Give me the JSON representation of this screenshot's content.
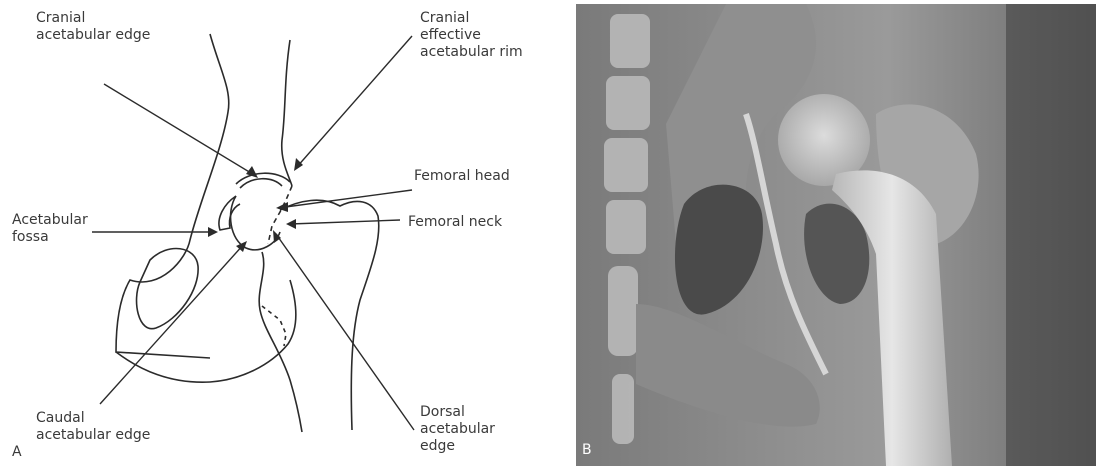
{
  "panel_a": {
    "letter": "A",
    "labels": {
      "cranial_edge": "Cranial\nacetabular edge",
      "cranial_rim": "Cranial\neffective\nacetabular rim",
      "femoral_head": "Femoral head",
      "acetabular_fossa": "Acetabular\nfossa",
      "femoral_neck": "Femoral neck",
      "caudal_edge": "Caudal\nacetabular edge",
      "dorsal_edge": "Dorsal\nacetabular\nedge"
    }
  },
  "panel_b": {
    "letter": "B",
    "image_kind": "radiograph"
  },
  "colors": {
    "line": "#2b2b2b",
    "label": "#3a3a3a",
    "xray_bone": "#d8d8d8",
    "xray_dark": "#3c3c3c"
  }
}
